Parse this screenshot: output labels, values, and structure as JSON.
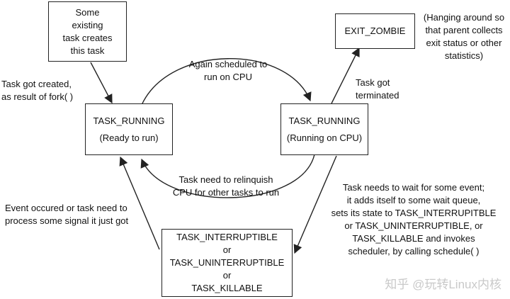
{
  "nodes": {
    "existing": [
      "Some",
      "existing",
      "task creates",
      "this task"
    ],
    "ready": [
      "TASK_RUNNING",
      "(Ready to run)"
    ],
    "running": [
      "TASK_RUNNING",
      "(Running on CPU)"
    ],
    "zombie": [
      "EXIT_ZOMBIE"
    ],
    "wait": [
      "TASK_INTERRUPTIBLE",
      "or",
      "TASK_UNINTERRUPTIBLE",
      "or",
      "TASK_KILLABLE"
    ]
  },
  "labels": {
    "created": [
      "Task got created,",
      "as result of fork( )"
    ],
    "scheduled": [
      "Again scheduled to",
      "run on CPU"
    ],
    "terminated": [
      "Task got",
      "terminated"
    ],
    "zombie_note": [
      "(Hanging around so",
      "that parent collects",
      "exit status or other",
      "statistics)"
    ],
    "relinquish": [
      "Task need to relinquish",
      "CPU for other tasks to run"
    ],
    "event": [
      "Event occured or task need to",
      "process some signal it just got"
    ],
    "wait_note": [
      "Task needs to wait for some event;",
      "it adds itself to some wait queue,",
      "sets its state to TASK_INTERRUPITBLE",
      "or TASK_UNINTERRUPTIBLE, or",
      "TASK_KILLABLE and invokes",
      "scheduler, by calling schedule( )"
    ]
  },
  "watermark": "知乎 @玩转Linux内核"
}
